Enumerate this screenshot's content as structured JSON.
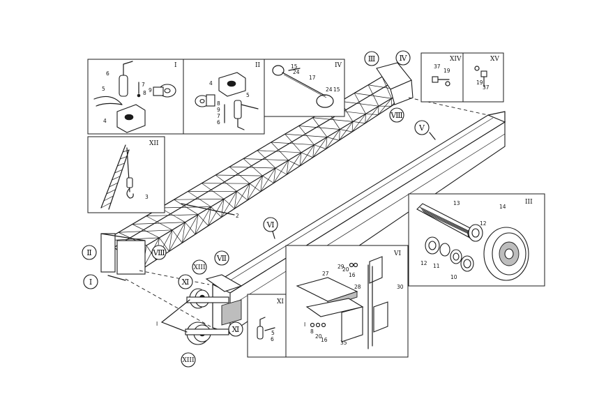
{
  "insets": {
    "I": {
      "label": "I",
      "parts": [
        "6",
        "7",
        "8",
        "9",
        "5",
        "4"
      ]
    },
    "II": {
      "label": "II",
      "parts": [
        "4",
        "8",
        "9",
        "7",
        "6",
        "5"
      ]
    },
    "IV": {
      "label": "IV",
      "parts": [
        "15",
        "24",
        "17",
        "24",
        "15"
      ]
    },
    "XII": {
      "label": "XII",
      "parts": [
        "3"
      ]
    },
    "XIV": {
      "label": "XIV",
      "parts": [
        "37",
        "19"
      ]
    },
    "XV": {
      "label": "XV",
      "parts": [
        "19",
        "37"
      ]
    },
    "III": {
      "label": "III",
      "parts": [
        "13",
        "12",
        "14",
        "12",
        "11",
        "10"
      ]
    },
    "VI": {
      "label": "VI",
      "parts": [
        "29",
        "20",
        "16",
        "27",
        "28",
        "30",
        "I",
        "8",
        "20",
        "16",
        "35"
      ]
    },
    "XI": {
      "label": "XI",
      "parts": [
        "5",
        "6"
      ]
    }
  },
  "callouts": {
    "c_III": "Ⅲ",
    "c_IV": "Ⅳ",
    "c_VIII_top": "Ⅷ",
    "c_V": "Ⅴ",
    "c_VI": "Ⅵ",
    "c_II": "Ⅱ",
    "c_I": "Ⅰ",
    "c_VIII": "Ⅷ",
    "c_XIII_a": "XIII",
    "c_VII": "Ⅶ",
    "c_XI_a": "Ⅺ",
    "c_XI_b": "Ⅺ",
    "c_XIII_b": "XIII"
  },
  "labels": {
    "boom_part": "2",
    "leader_I": "I"
  }
}
